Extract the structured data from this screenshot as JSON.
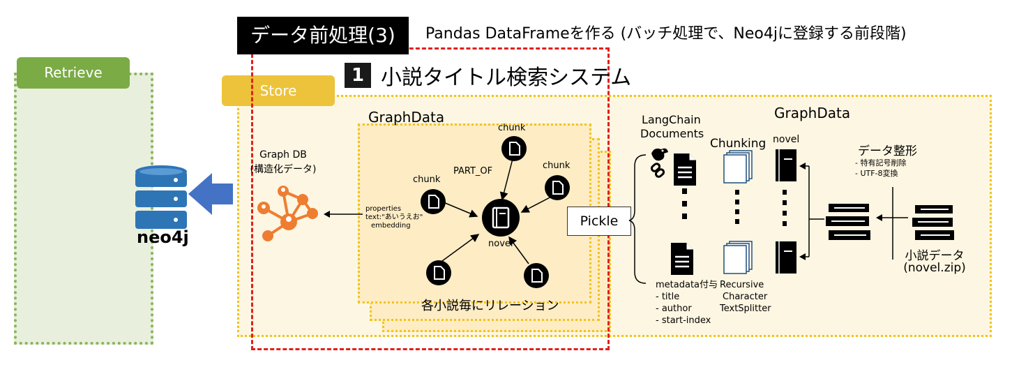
{
  "preproc": {
    "title": "データ前処理(3)",
    "description": "Pandas DataFrameを作る (バッチ処理で、Neo4jに登録する前段階)"
  },
  "system": {
    "number": "1",
    "title": "小説タイトル検索システム"
  },
  "retrieve": {
    "label": "Retrieve"
  },
  "store": {
    "label": "Store"
  },
  "neo4j": {
    "label": "neo4j"
  },
  "graph_db": {
    "line1": "Graph DB",
    "line2": "(構造化データ)"
  },
  "graphdata_left": {
    "title": "GraphData",
    "chunks": [
      "chunk",
      "chunk",
      "chunk"
    ],
    "relation": "PART_OF",
    "novel": "novel",
    "caption": "各小説毎にリレーション",
    "properties": [
      "properties",
      "text:\"あいうえお\"",
      "embedding"
    ]
  },
  "pickle": {
    "label": "Pickle"
  },
  "graphdata_right": {
    "title": "GraphData"
  },
  "langchain": {
    "line1": "LangChain",
    "line2": "Documents"
  },
  "chunking": {
    "label": "Chunking"
  },
  "novel_col": {
    "label": "novel"
  },
  "metadata": [
    "metadata付与",
    "- title",
    "- author",
    "- start-index"
  ],
  "splitter": [
    "Recursive",
    "Character",
    "TextSplitter"
  ],
  "data_format": {
    "title": "データ整形",
    "items": [
      "- 特有記号削除",
      "- UTF-8変換"
    ]
  },
  "source": {
    "line1": "小説データ",
    "line2": "(novel.zip)"
  },
  "colors": {
    "retrieve_green": "#7aab45",
    "store_yellow": "#ecc33a",
    "preproc_red": "#e0201b",
    "graph_orange": "#ee7d31",
    "db_blue": "#2e75b6",
    "arrow_blue": "#4472c4"
  }
}
